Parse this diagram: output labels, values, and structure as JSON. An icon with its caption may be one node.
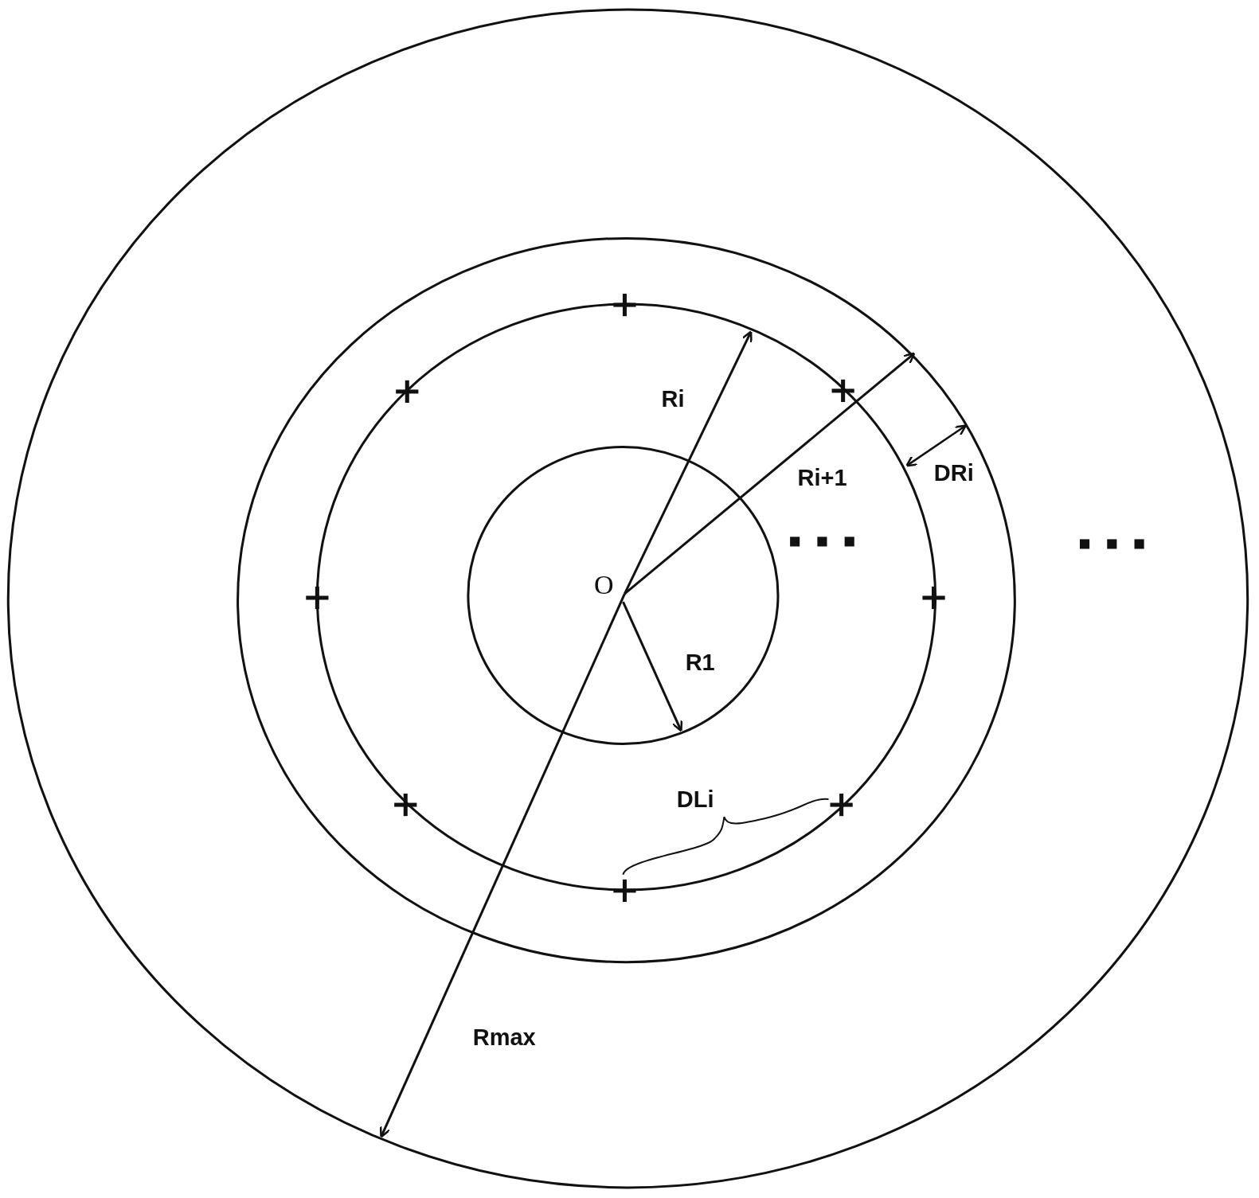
{
  "diagram": {
    "labels": [
      "Ri",
      "O",
      "Ri+1",
      "DRi",
      "R1",
      "DLi",
      "Rmax"
    ]
  }
}
